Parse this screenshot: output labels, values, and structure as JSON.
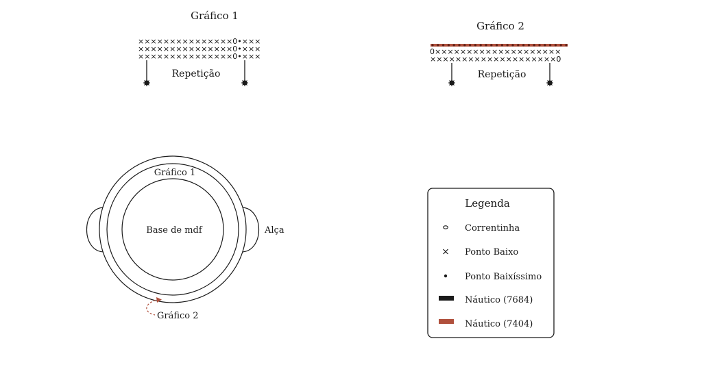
{
  "graphic1": {
    "title": "Gráfico 1",
    "rows": [
      "×××××××××××××××0•×××",
      "×××××××××××××××0•×××",
      "×××××××××××××××0•×××"
    ],
    "repeat_label": "Repetição"
  },
  "graphic2": {
    "title": "Gráfico 2",
    "rows": [
      "0××××××××××××××××××××",
      "××××××××××××××××××××0"
    ],
    "repeat_label": "Repetição"
  },
  "assembly": {
    "graphic1_label": "Gráfico 1",
    "base_label": "Base de mdf",
    "handle_label": "Alça",
    "graphic2_label": "Gráfico 2"
  },
  "legend": {
    "title": "Legenda",
    "items": [
      {
        "label": "Correntinha",
        "symbol": "chain-stitch-icon"
      },
      {
        "label": "Ponto Baixo",
        "symbol": "single-crochet-icon"
      },
      {
        "label": "Ponto Baixíssimo",
        "symbol": "slip-stitch-icon"
      },
      {
        "label": "Náutico (7684)",
        "symbol": "color-swatch",
        "color": "#1a1a1a"
      },
      {
        "label": "Náutico (7404)",
        "symbol": "color-swatch",
        "color": "#b0503c"
      }
    ]
  },
  "colors": {
    "ink": "#1a1a1a",
    "accent_red": "#b0503c"
  }
}
